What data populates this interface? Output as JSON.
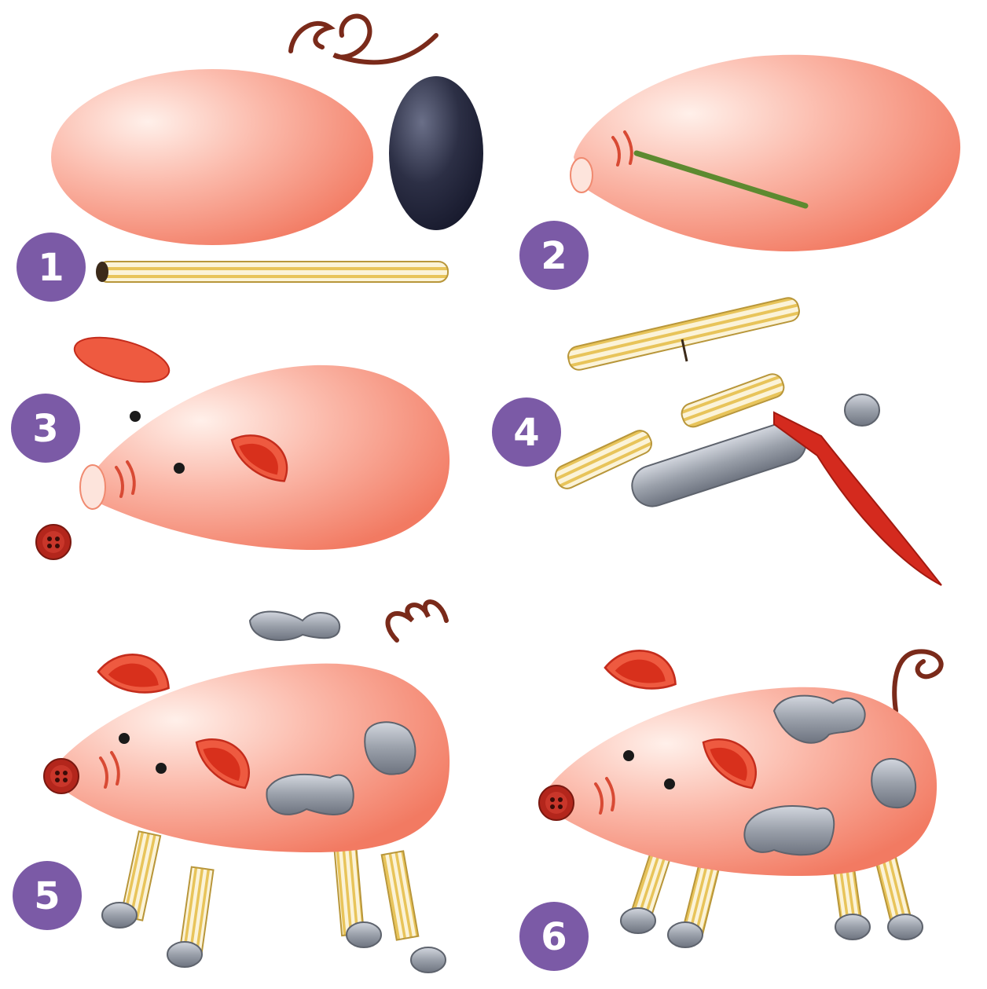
{
  "steps": [
    {
      "number": "1"
    },
    {
      "number": "2"
    },
    {
      "number": "3"
    },
    {
      "number": "4"
    },
    {
      "number": "5"
    },
    {
      "number": "6"
    }
  ],
  "colors": {
    "badge": "#7b5aa6",
    "badge_text": "#ffffff",
    "balloon": "#f59a8a",
    "balloon_light": "#fde4dc",
    "ear_red": "#e8402c",
    "straw_yellow": "#e8c45a",
    "straw_white": "#fbf3d8",
    "clay_gray": "#8a909a",
    "clay_gray_light": "#c9ced6",
    "black_egg": "#262838",
    "tail_brown": "#7a2a1a",
    "button_red": "#b3261c",
    "knife_red": "#d42a1e",
    "toothpick_green": "#6a9a3a"
  }
}
